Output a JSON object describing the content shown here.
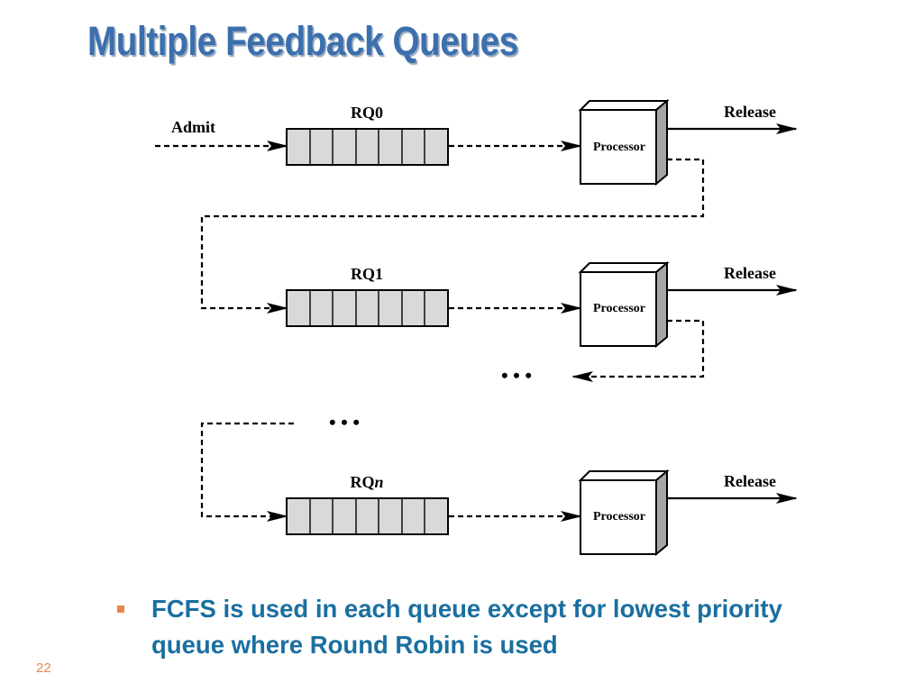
{
  "title": "Multiple Feedback Queues",
  "diagram": {
    "admit_label": "Admit",
    "ellipsis": "• • •",
    "queues": [
      {
        "label": "RQ0",
        "processor_label": "Processor",
        "release_label": "Release"
      },
      {
        "label": "RQ1",
        "processor_label": "Processor",
        "release_label": "Release"
      },
      {
        "label_prefix": "RQ",
        "label_suffix": "n",
        "processor_label": "Processor",
        "release_label": "Release"
      }
    ],
    "colors": {
      "queue_fill": "#d9d9d9",
      "processor_side": "#a6a6a6",
      "line": "#000000"
    }
  },
  "bullet": {
    "text": "FCFS is used in each queue except for lowest priority queue where Round Robin is used"
  },
  "slide_number": "22"
}
